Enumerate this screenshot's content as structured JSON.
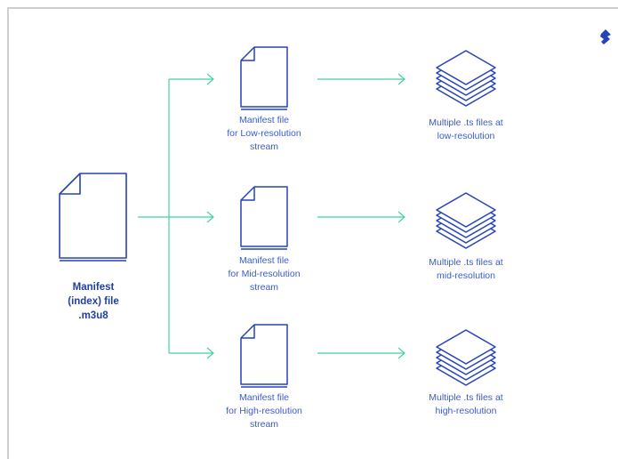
{
  "colors": {
    "document_stroke": "#2643b8",
    "arrow": "#45d1a0",
    "label": "#3a5bd0",
    "main_label": "#1f3fa6",
    "frame": "#cfcfcf"
  },
  "index_file": {
    "label": "Manifest\n(index) file\n.m3u8",
    "icon": "document-icon"
  },
  "streams": [
    {
      "manifest_label": "Manifest file\nfor Low-resolution\nstream",
      "ts_label": "Multiple .ts files at\nlow-resolution"
    },
    {
      "manifest_label": "Manifest file\nfor Mid-resolution\nstream",
      "ts_label": "Multiple .ts files at\nmid-resolution"
    },
    {
      "manifest_label": "Manifest file\nfor High-resolution\nstream",
      "ts_label": "Multiple .ts files at\nhigh-resolution"
    }
  ],
  "logo": {
    "icon": "toptal-logo-icon"
  }
}
